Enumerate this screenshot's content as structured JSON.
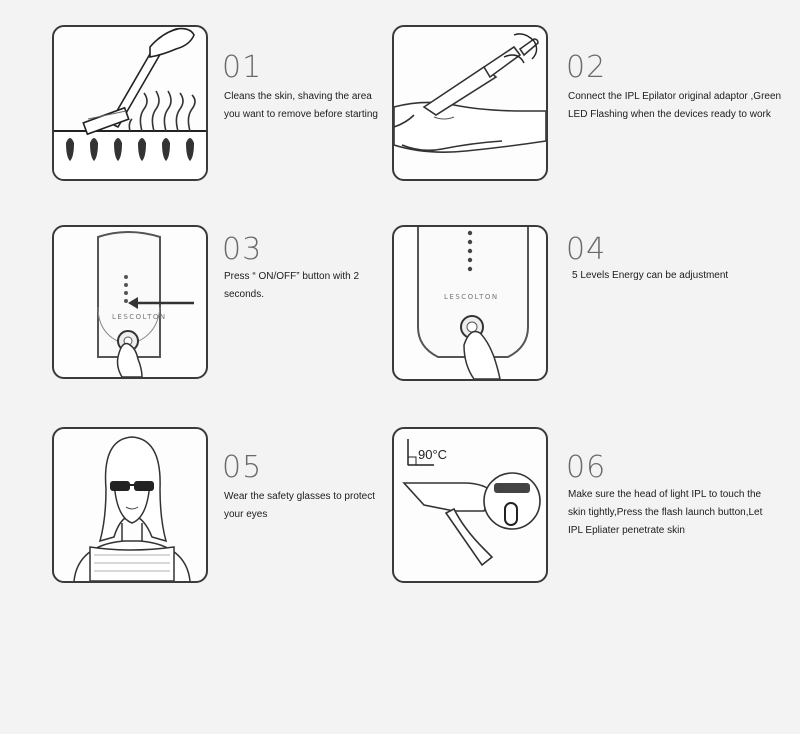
{
  "steps": [
    {
      "number": "01",
      "text": "Cleans the skin, shaving the area you want to remove before starting",
      "icon": "razor-shaving-icon"
    },
    {
      "number": "02",
      "text": "Connect the IPL Epilator original adaptor ,Green LED Flashing when the devices ready to work",
      "icon": "adaptor-plug-icon"
    },
    {
      "number": "03",
      "text": "Press “ ON/OFF” button with 2 seconds.",
      "icon": "power-button-press-icon"
    },
    {
      "number": "04",
      "text": "5 Levels Energy can be adjustment",
      "icon": "energy-level-icon"
    },
    {
      "number": "05",
      "text": "Wear the safety glasses to protect your eyes",
      "icon": "safety-glasses-woman-icon"
    },
    {
      "number": "06",
      "text": "Make sure the head of light IPL to touch the skin tightly,Press the flash launch button,Let IPL Epliater penetrate skin",
      "icon": "flash-button-icon"
    }
  ],
  "device_brand": "LESCOLTON",
  "angle_label": "90°C"
}
